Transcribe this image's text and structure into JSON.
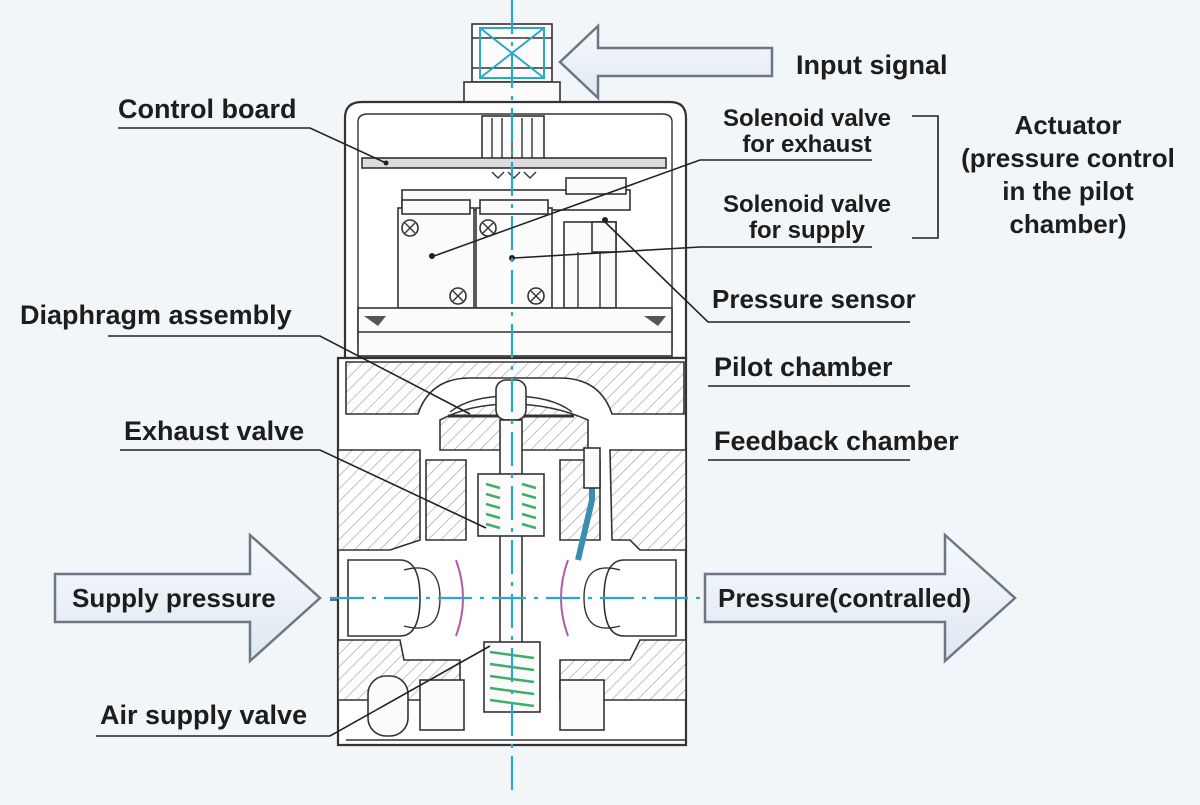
{
  "labels": {
    "input_signal": "Input signal",
    "control_board": "Control board",
    "solenoid_exhaust_line1": "Solenoid valve",
    "solenoid_exhaust_line2": "for exhaust",
    "solenoid_supply_line1": "Solenoid valve",
    "solenoid_supply_line2": "for supply",
    "actuator_line1": "Actuator",
    "actuator_line2": "(pressure control",
    "actuator_line3": "in the pilot",
    "actuator_line4": "chamber)",
    "pressure_sensor": "Pressure sensor",
    "diaphragm_assembly": "Diaphragm assembly",
    "pilot_chamber": "Pilot chamber",
    "exhaust_valve": "Exhaust valve",
    "feedback_chamber": "Feedback chamber",
    "supply_pressure": "Supply pressure",
    "pressure_controlled": "Pressure(contralled)",
    "air_supply_valve": "Air supply valve"
  },
  "colors": {
    "arrow_fill": "#e8eef5",
    "arrow_stroke": "#6c7786",
    "centerline": "#2aa8c8",
    "spring_accent": "#3fae6a",
    "oring_accent": "#b05aa8"
  }
}
